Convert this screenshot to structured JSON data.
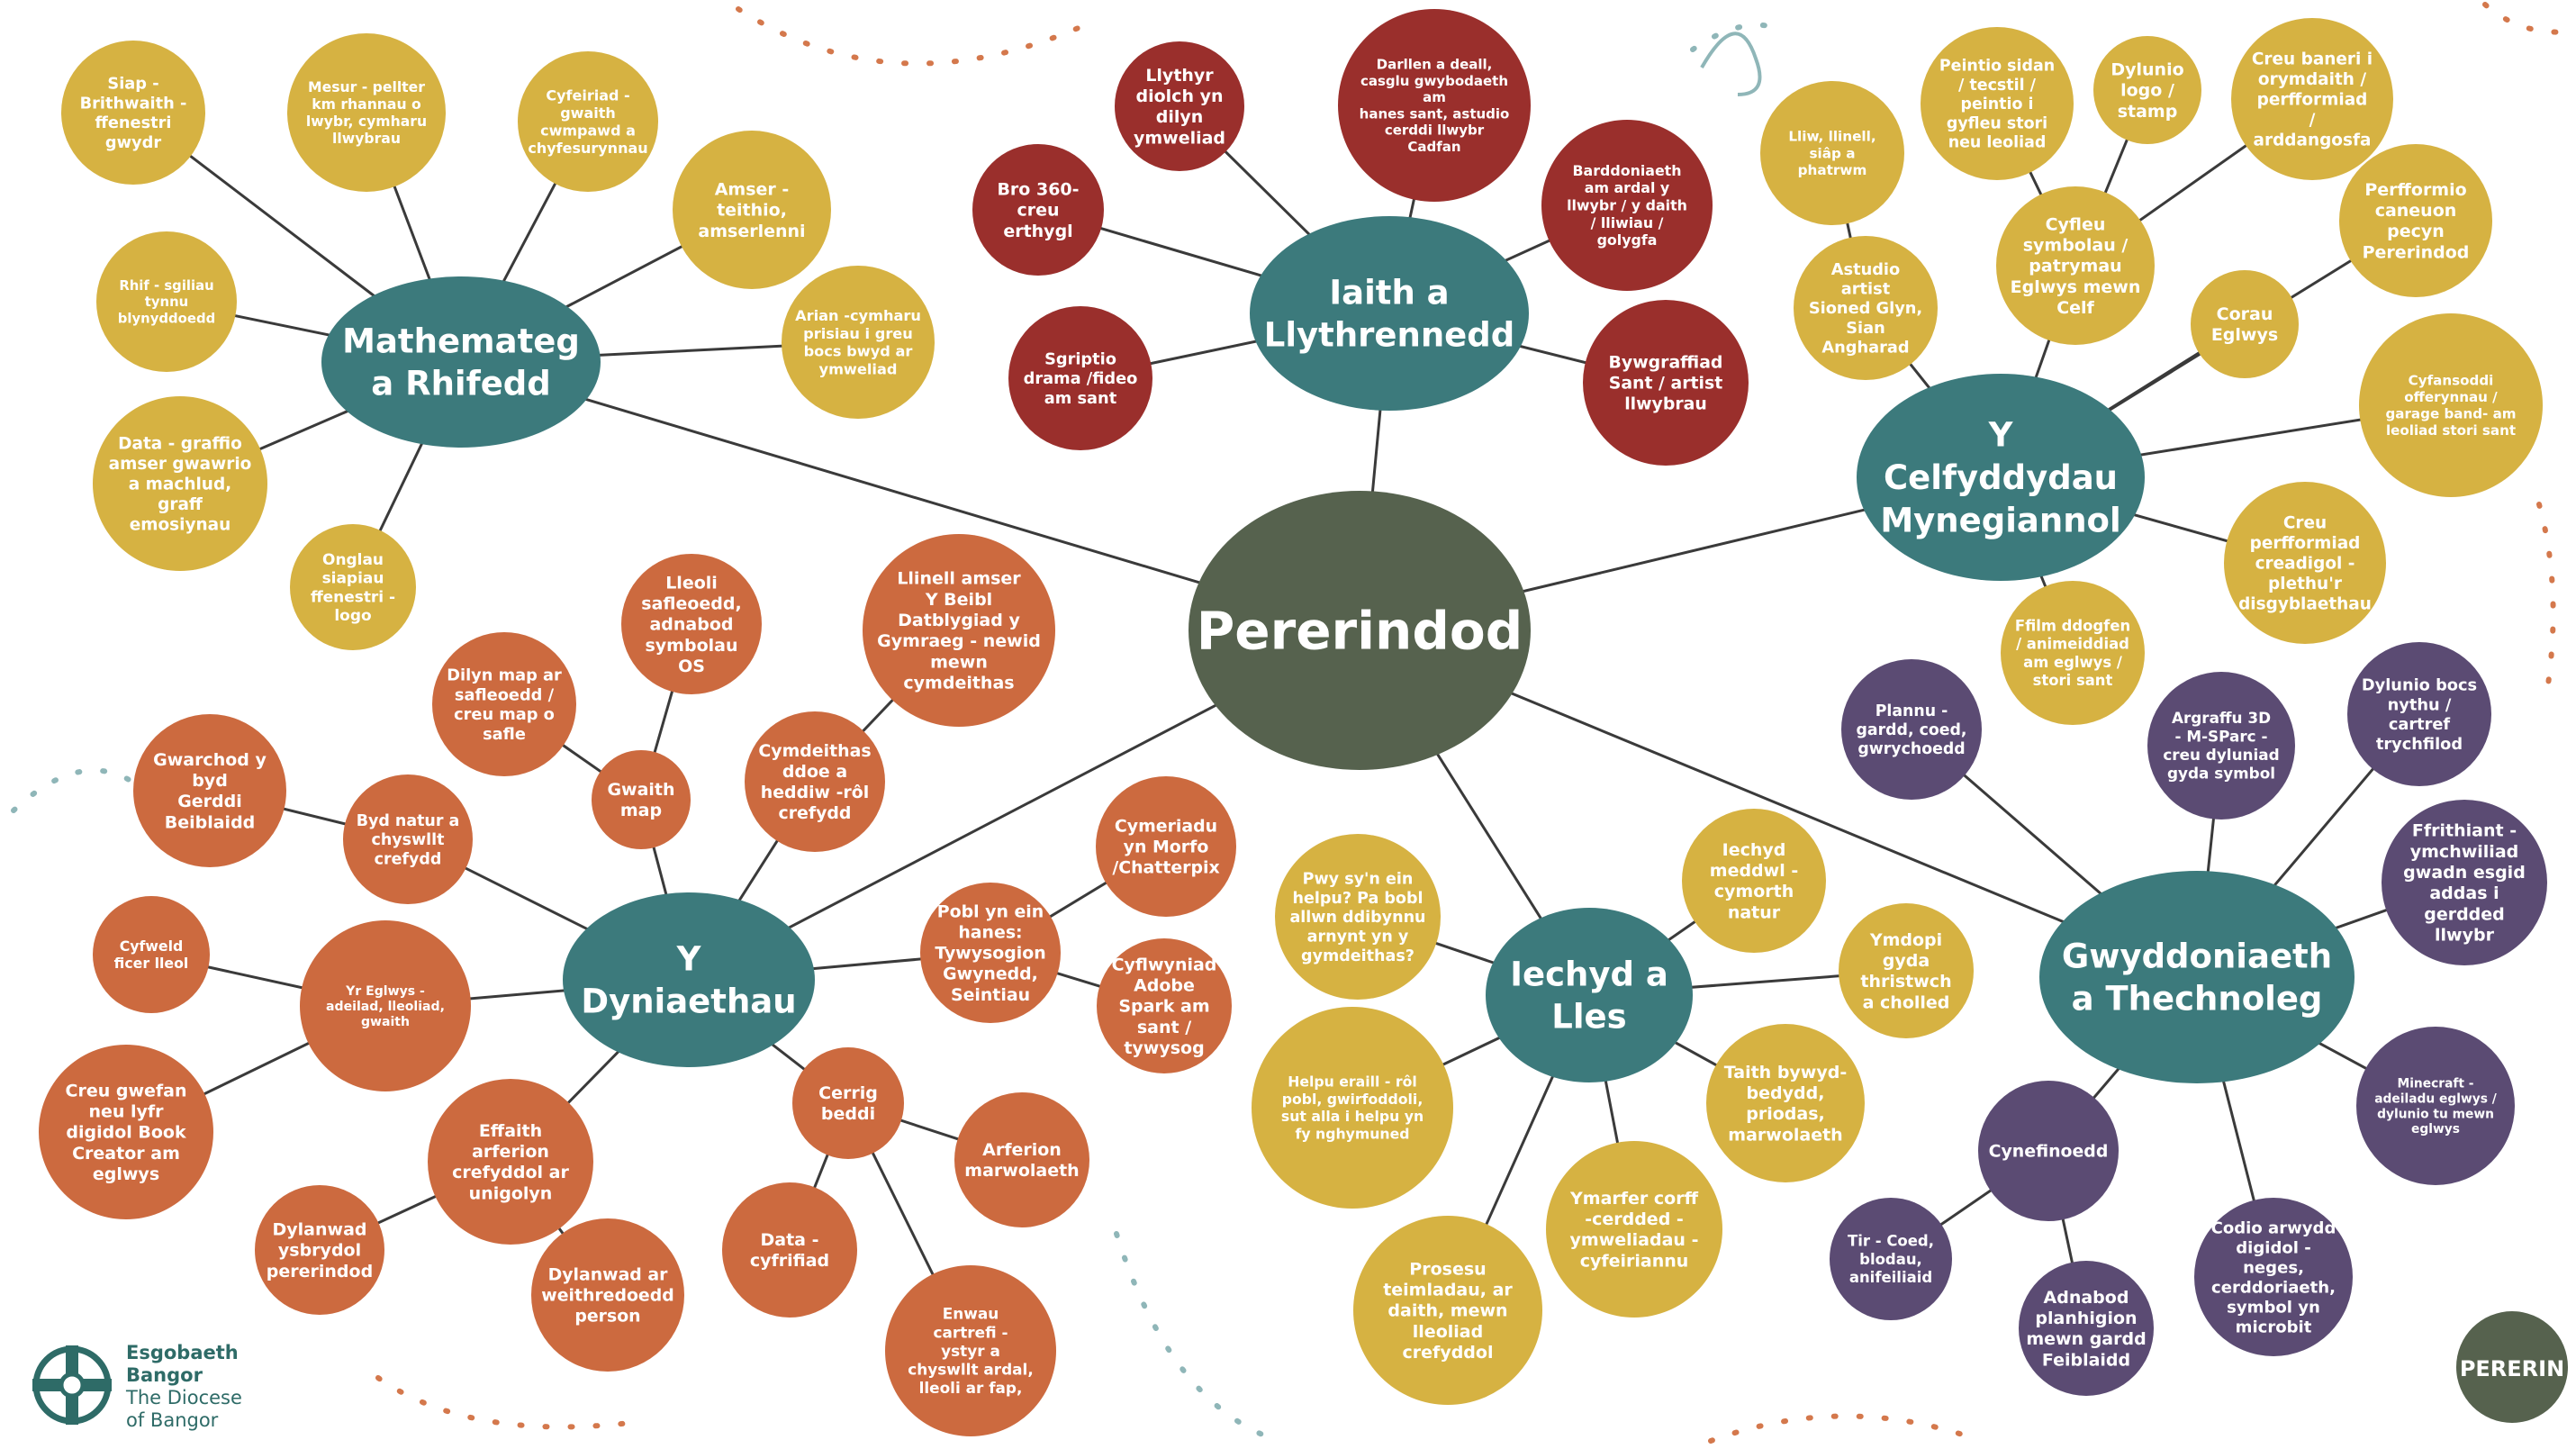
{
  "colors": {
    "center": "#56624e",
    "hub": "#3c7a7c",
    "yellow": "#d6b242",
    "red": "#9a2f2c",
    "orange": "#cc6a3f",
    "purple": "#5b4b73",
    "line": "#3a3a3a",
    "orange_deco": "#d4784c",
    "teal_deco": "#8fb6b8"
  },
  "center": {
    "label": "Pererindod"
  },
  "hubs": [
    {
      "id": "mathemateg",
      "label": "Mathemateg\na Rhifedd"
    },
    {
      "id": "iaith",
      "label": "Iaith a\nLlythrennedd"
    },
    {
      "id": "celfyddydau",
      "label": "Y\nCelfyddydau\nMynegiannol"
    },
    {
      "id": "dyniaethau",
      "label": "Y\nDyniaethau"
    },
    {
      "id": "iechyd",
      "label": "Iechyd a\nLles"
    },
    {
      "id": "gwyddoniaeth",
      "label": "Gwyddoniaeth\na Thechnoleg"
    }
  ],
  "nodes": [
    {
      "id": "m1",
      "label": "Siap -\nBrithwaith -\nffenestri\ngwydr"
    },
    {
      "id": "m2",
      "label": "Mesur - pellter\nkm rhannau o\nlwybr, cymharu\nllwybrau"
    },
    {
      "id": "m3",
      "label": "Cyfeiriad -\ngwaith\ncwmpawd a\nchyfesurynnau"
    },
    {
      "id": "m4",
      "label": "Amser -\nteithio,\namserlenni"
    },
    {
      "id": "m5",
      "label": "Arian -cymharu\nprisiau i greu\nbocs bwyd ar\nymweliad"
    },
    {
      "id": "m6",
      "label": "Rhif - sgiliau\ntynnu\nblynyddoedd"
    },
    {
      "id": "m7",
      "label": "Data - graffio\namser gwawrio\na machlud,\ngraff\nemosiynau"
    },
    {
      "id": "m8",
      "label": "Onglau\nsiapiau\nffenestri -\nlogo"
    },
    {
      "id": "i1",
      "label": "Llythyr\ndiolch yn\ndilyn\nymweliad"
    },
    {
      "id": "i2",
      "label": "Darllen a deall,\ncasglu gwybodaeth\nam\nhanes sant, astudio\ncerddi llwybr\nCadfan"
    },
    {
      "id": "i3",
      "label": "Bro 360-\ncreu\nerthygl"
    },
    {
      "id": "i4",
      "label": "Barddoniaeth\nam ardal y\nllwybr / y daith\n/ lliwiau /\ngolygfa"
    },
    {
      "id": "i5",
      "label": "Sgriptio\ndrama /fideo\nam sant"
    },
    {
      "id": "i6",
      "label": "Bywgraffiad\nSant / artist\nllwybrau"
    },
    {
      "id": "c1",
      "label": "Lliw, llinell,\nsiâp a\nphatrwm"
    },
    {
      "id": "c2",
      "label": "Peintio sidan\n/ tecstil /\npeintio i\ngyfleu stori\nneu leoliad"
    },
    {
      "id": "c3",
      "label": "Dylunio\nlogo /\nstamp"
    },
    {
      "id": "c4",
      "label": "Creu baneri i\norymdaith /\nperfformiad\n/\narddangosfa"
    },
    {
      "id": "c5",
      "label": "Astudio\nartist\nSioned Glyn,\nSian\nAngharad"
    },
    {
      "id": "c6",
      "label": "Cyfleu\nsymbolau /\npatrymau\nEglwys mewn\nCelf"
    },
    {
      "id": "c7",
      "label": "Perfformio\ncaneuon\npecyn\nPererindod"
    },
    {
      "id": "c8",
      "label": "Corau\nEglwys"
    },
    {
      "id": "c9",
      "label": "Cyfansoddi\nofferynnau /\ngarage band- am\nleoliad stori sant"
    },
    {
      "id": "c10",
      "label": "Creu\nperfformiad\ncreadigol -\nplethu'r\ndisgyblaethau"
    },
    {
      "id": "c11",
      "label": "Ffilm ddogfen\n/ animeiddiad\nam eglwys /\nstori sant"
    },
    {
      "id": "d1",
      "label": "Lleoli\nsafleoedd,\nadnabod\nsymbolau\nOS"
    },
    {
      "id": "d2",
      "label": "Llinell amser\nY Beibl\nDatblygiad y\nGymraeg - newid\nmewn\ncymdeithas"
    },
    {
      "id": "d3",
      "label": "Dilyn map ar\nsafleoedd /\ncreu map o\nsafle"
    },
    {
      "id": "d4",
      "label": "Gwaith\nmap"
    },
    {
      "id": "d5",
      "label": "Cymdeithas\nddoe a\nheddiw -rôl\ncrefydd"
    },
    {
      "id": "d6",
      "label": "Gwarchod y\nbyd\nGerddi\nBeiblaidd"
    },
    {
      "id": "d7",
      "label": "Byd natur a\nchyswllt\ncrefydd"
    },
    {
      "id": "d8",
      "label": "Cymeriadu\nyn Morfo\n/Chatterpix"
    },
    {
      "id": "d9",
      "label": "Pobl yn ein\nhanes:\nTywysogion\nGwynedd,\nSeintiau"
    },
    {
      "id": "d10",
      "label": "Cyflwyniad\nAdobe\nSpark am\nsant /\ntywysog"
    },
    {
      "id": "d11",
      "label": "Cyfweld\nficer lleol"
    },
    {
      "id": "d12",
      "label": "Yr Eglwys -\nadeilad, lleoliad,\ngwaith"
    },
    {
      "id": "d13",
      "label": "Creu gwefan\nneu lyfr\ndigidol Book\nCreator am\neglwys"
    },
    {
      "id": "d14",
      "label": "Effaith\narferion\ncrefyddol ar\nunigolyn"
    },
    {
      "id": "d15",
      "label": "Cerrig\nbeddi"
    },
    {
      "id": "d16",
      "label": "Arferion\nmarwolaeth"
    },
    {
      "id": "d17",
      "label": "Dylanwad\nysbrydol\npererindod"
    },
    {
      "id": "d18",
      "label": "Dylanwad ar\nweithredoedd\nperson"
    },
    {
      "id": "d19",
      "label": "Data -\ncyfrifiad"
    },
    {
      "id": "d20",
      "label": "Enwau\ncartrefi -\nystyr a\nchyswllt ardal,\nlleoli ar fap,"
    },
    {
      "id": "h1",
      "label": "Pwy sy'n ein\nhelpu? Pa bobl\nallwn ddibynnu\narnynt yn y\ngymdeithas?"
    },
    {
      "id": "h2",
      "label": "Iechyd\nmeddwl -\ncymorth\nnatur"
    },
    {
      "id": "h3",
      "label": "Ymdopi\ngyda\nthristwch\na cholled"
    },
    {
      "id": "h4",
      "label": "Helpu eraill - rôl\npobl, gwirfoddoli,\nsut alla i helpu yn\nfy nghymuned"
    },
    {
      "id": "h5",
      "label": "Taith bywyd-\nbedydd,\npriodas,\nmarwolaeth"
    },
    {
      "id": "h6",
      "label": "Ymarfer corff\n-cerdded -\nymweliadau -\ncyfeiriannu"
    },
    {
      "id": "h7",
      "label": "Prosesu\nteimladau, ar\ndaith, mewn\nlleoliad\ncrefyddol"
    },
    {
      "id": "g1",
      "label": "Plannu -\ngardd, coed,\ngwrychoedd"
    },
    {
      "id": "g2",
      "label": "Argraffu 3D\n- M-SParc -\ncreu dyluniad\ngyda symbol"
    },
    {
      "id": "g3",
      "label": "Dylunio bocs\nnythu /\ncartref\ntrychfilod"
    },
    {
      "id": "g4",
      "label": "Ffrithiant -\nymchwiliad\ngwadn esgid\naddas i\ngerdded\nllwybr"
    },
    {
      "id": "g5",
      "label": "Minecraft -\nadeiladu eglwys /\ndylunio tu mewn\neglwys"
    },
    {
      "id": "g6",
      "label": "Cynefinoedd"
    },
    {
      "id": "g7",
      "label": "Tir - Coed,\nblodau,\nanifeiliaid"
    },
    {
      "id": "g8",
      "label": "Adnabod\nplanhigion\nmewn gardd\nFeiblaidd"
    },
    {
      "id": "g9",
      "label": "Codio arwydd\ndigidol -\nneges,\ncerddoriaeth,\nsymbol yn\nmicrobit"
    }
  ],
  "footer": {
    "org_line1": "Esgobaeth",
    "org_line2": "Bangor",
    "org_line3": "The Diocese",
    "org_line4": "of Bangor",
    "brand": "PERERIN"
  }
}
